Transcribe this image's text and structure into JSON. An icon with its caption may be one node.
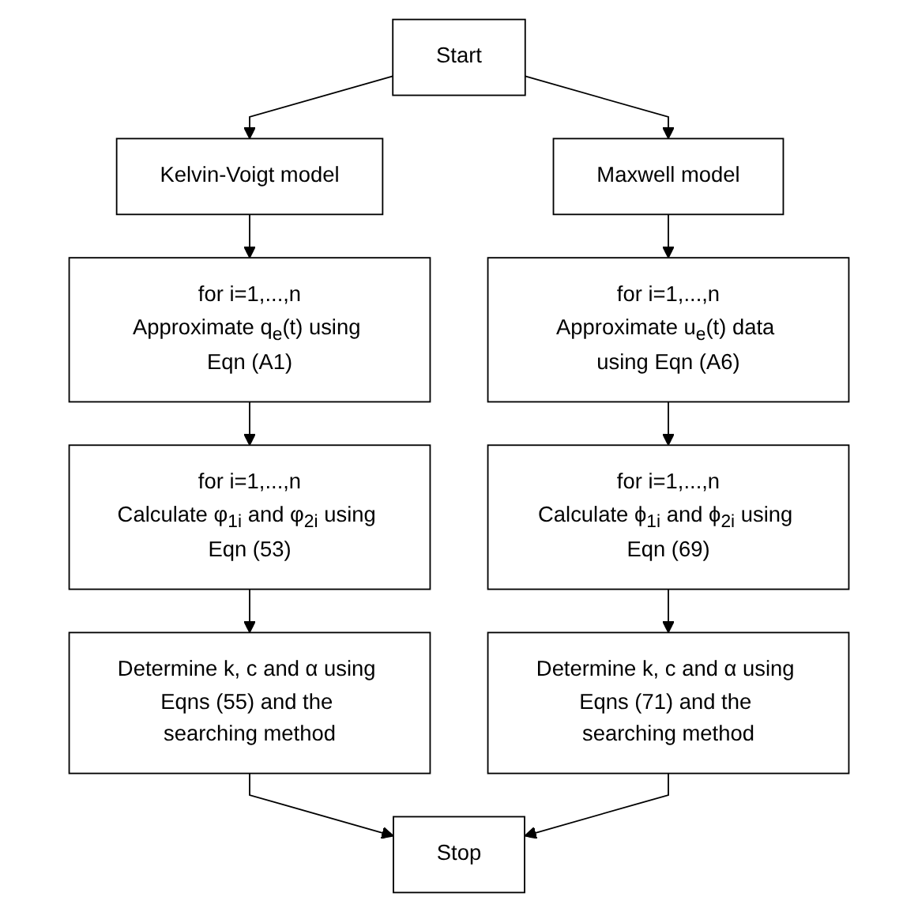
{
  "diagram": {
    "nodes": [
      {
        "text": [
          "Start"
        ]
      },
      {
        "text": [
          "Kelvin-Voigt model"
        ]
      },
      {
        "text": [
          "Maxwell model"
        ]
      },
      {
        "text": [
          "for i=1,...,n",
          "Approximate q$_{e}$(t) using Eqn (A1)"
        ]
      },
      {
        "text": [
          "for i=1,...,n",
          "Approximate u$_{e}$(t) data using Eqn (A6)"
        ]
      },
      {
        "text": [
          "for i=1,...,n",
          "Calculate φ$_{1i}$ and φ$_{2i}$ using Eqn (53)"
        ]
      },
      {
        "text": [
          "for i=1,...,n",
          "Calculate ϕ$_{1i}$ and ϕ$_{2i}$ using Eqn (69)"
        ]
      },
      {
        "text": [
          "Determine k, c and α using Eqns (55) and the searching method"
        ]
      },
      {
        "text": [
          "Determine k, c and α using Eqns (71) and the searching method"
        ]
      },
      {
        "text": [
          "Stop"
        ]
      }
    ],
    "edges": [
      {
        "from": 0,
        "to": 1,
        "arrow": "to"
      },
      {
        "from": 0,
        "to": 2,
        "arrow": "to"
      },
      {
        "from": 1,
        "to": 3,
        "arrow": "to"
      },
      {
        "from": 3,
        "to": 5,
        "arrow": "to"
      },
      {
        "from": 5,
        "to": 7,
        "arrow": "to"
      },
      {
        "from": 2,
        "to": 4,
        "arrow": "to"
      },
      {
        "from": 4,
        "to": 6,
        "arrow": "to"
      },
      {
        "from": 6,
        "to": 8,
        "arrow": "to"
      },
      {
        "from": 7,
        "to": 9,
        "arrow": "to"
      },
      {
        "from": 8,
        "to": 9,
        "arrow": "to"
      }
    ]
  }
}
